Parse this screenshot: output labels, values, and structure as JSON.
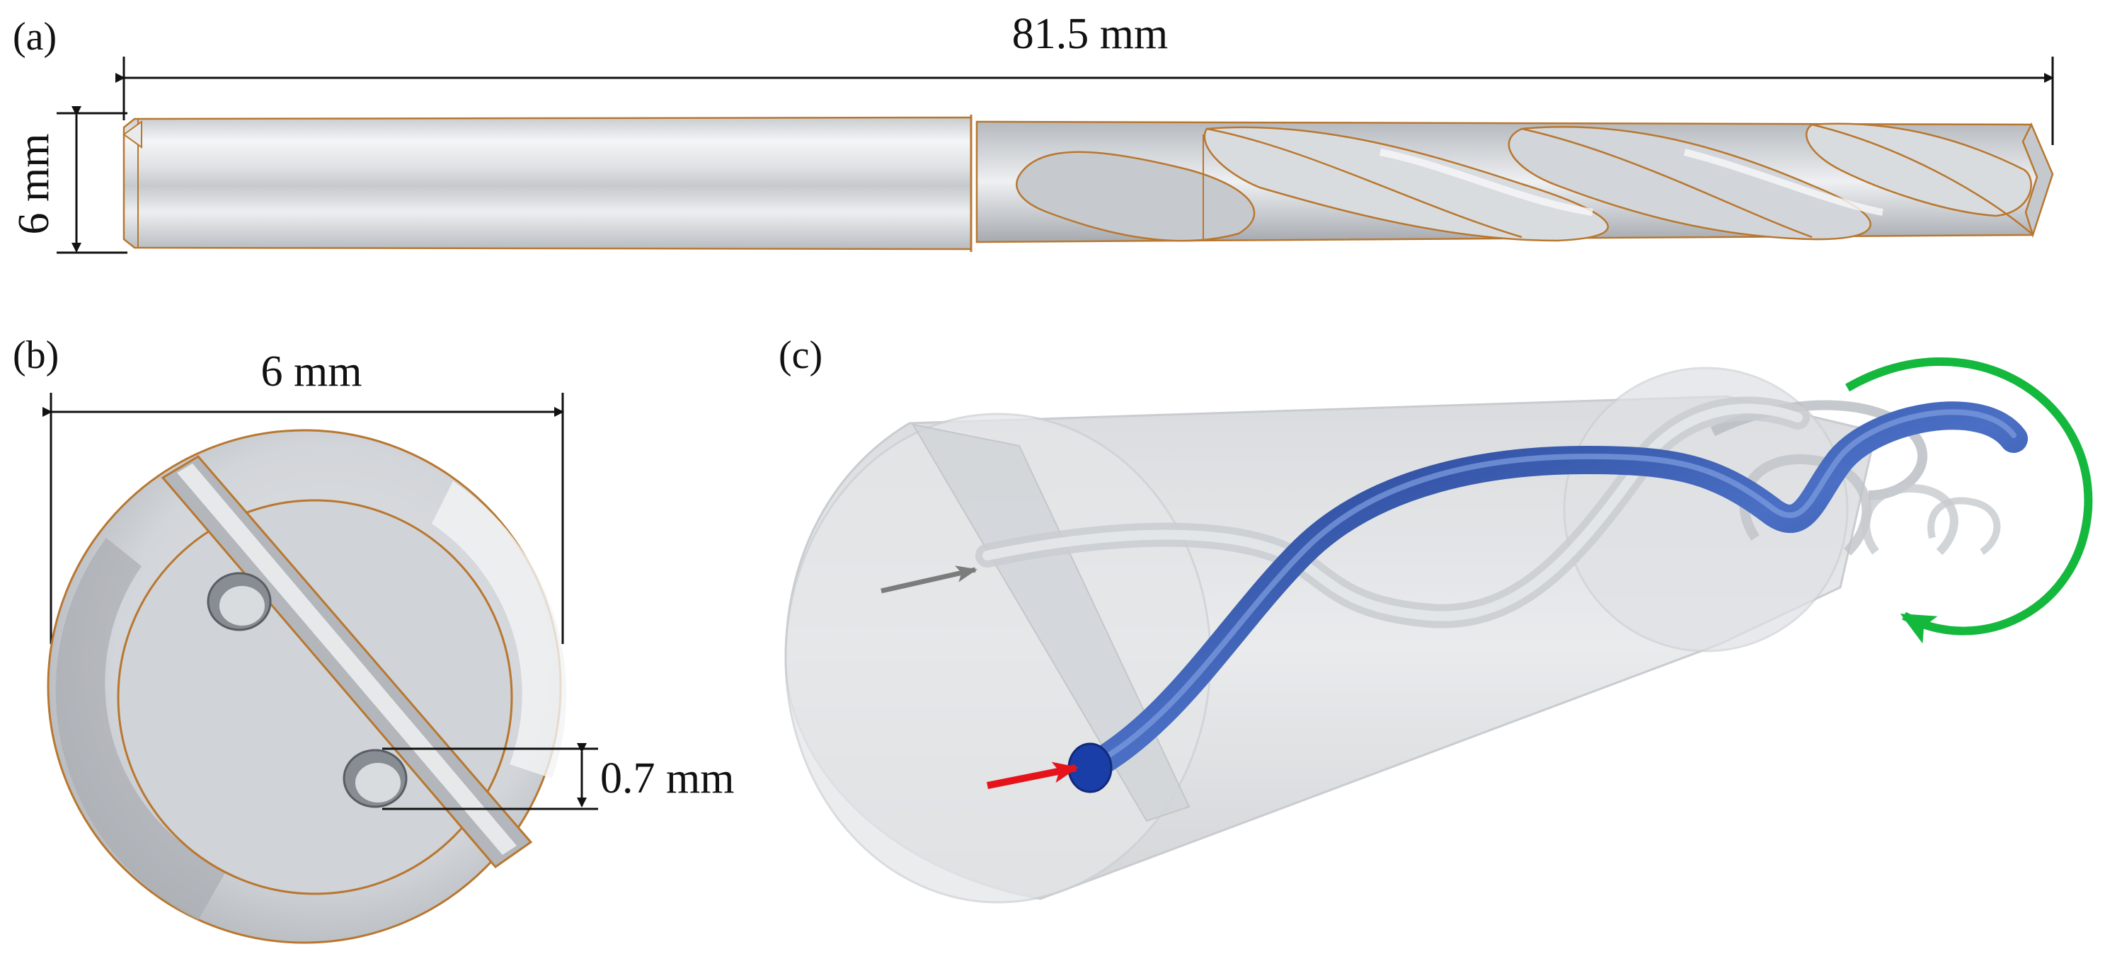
{
  "panels": {
    "a": {
      "label": "(a)",
      "length_dim": "81.5 mm",
      "diameter_dim": "6 mm"
    },
    "b": {
      "label": "(b)",
      "diameter_dim": "6 mm",
      "hole_dim": "0.7 mm"
    },
    "c": {
      "label": "(c)"
    }
  },
  "colors": {
    "edge_outline": "#b8772f",
    "metal_light": "#eef0f2",
    "metal_mid": "#cfd2d6",
    "metal_dark": "#9a9ea4",
    "coolant_channel": "#2c4ea3",
    "inlet_arrow": "#e5141b",
    "outlet_arrow": "#7c7c7c",
    "rotation_arrow": "#14b83c"
  }
}
